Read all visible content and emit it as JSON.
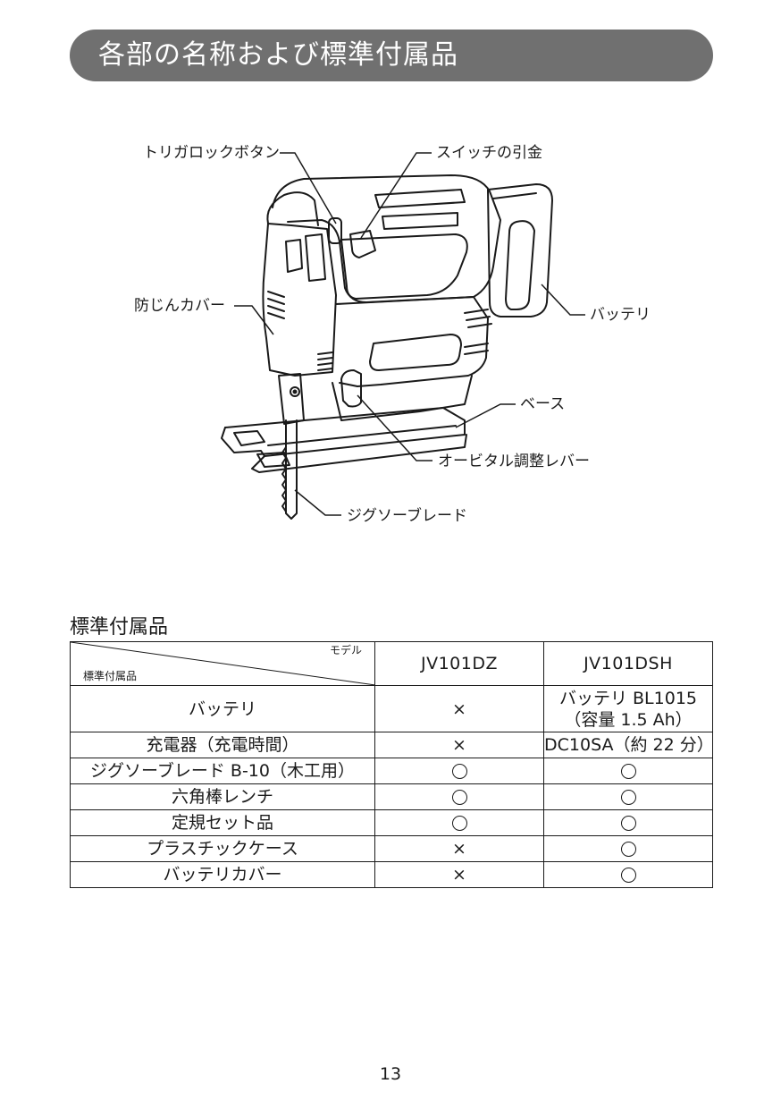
{
  "header": {
    "title": "各部の名称および標準付属品"
  },
  "diagram": {
    "labels": {
      "trigger_lock": "トリガロックボタン",
      "switch_trigger": "スイッチの引金",
      "dust_cover": "防じんカバー",
      "battery": "バッテリ",
      "base": "ベース",
      "orbital_lever": "オービタル調整レバー",
      "blade": "ジグソーブレード"
    }
  },
  "accessories": {
    "title": "標準付属品",
    "header": {
      "model_label": "モデル",
      "item_label": "標準付属品",
      "models": [
        "JV101DZ",
        "JV101DSH"
      ]
    },
    "rows": [
      {
        "item": "バッテリ",
        "dz": "×",
        "dsh": [
          "バッテリ BL1015",
          "（容量 1.5 Ah）"
        ]
      },
      {
        "item": "充電器（充電時間）",
        "dz": "×",
        "dsh": [
          "DC10SA（約 22 分）"
        ]
      },
      {
        "item": "ジグソーブレード B-10（木工用）",
        "dz": "○",
        "dsh": [
          "○"
        ]
      },
      {
        "item": "六角棒レンチ",
        "dz": "○",
        "dsh": [
          "○"
        ]
      },
      {
        "item": "定規セット品",
        "dz": "○",
        "dsh": [
          "○"
        ]
      },
      {
        "item": "プラスチックケース",
        "dz": "×",
        "dsh": [
          "○"
        ]
      },
      {
        "item": "バッテリカバー",
        "dz": "×",
        "dsh": [
          "○"
        ]
      }
    ]
  },
  "footer": {
    "page_number": "13"
  }
}
